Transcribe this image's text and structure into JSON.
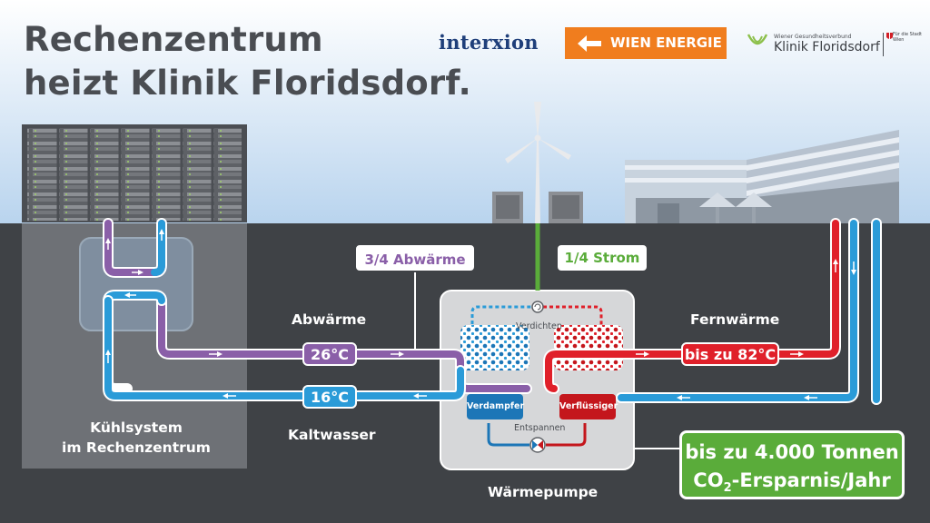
{
  "title": {
    "line1": "Rechenzentrum",
    "line2": "heizt Klinik Floridsdorf."
  },
  "logos": {
    "interxion": "interxion",
    "wien_energie": "WIEN ENERGIE",
    "klinik_sub": "Wiener Gesundheitsverbund",
    "klinik_main": "Klinik Floridsdorf",
    "stadt": "Für die Stadt Wien"
  },
  "labels": {
    "kuehlsystem_line1": "Kühlsystem",
    "kuehlsystem_line2": "im Rechenzentrum",
    "abwaerme": "Abwärme",
    "kaltwasser": "Kaltwasser",
    "fernwaerme": "Fernwärme",
    "waermepumpe": "Wärmepumpe",
    "abwaerme_share": "3/4 Abwärme",
    "strom_share": "1/4 Strom",
    "verdichten": "Verdichten",
    "entspannen": "Entspannen",
    "verdampfer": "Verdampfer",
    "verfluessiger": "Verflüssiger"
  },
  "temperatures": {
    "abwaerme": "26°C",
    "kaltwasser": "16°C",
    "fernwaerme": "bis zu 82°C"
  },
  "savings": {
    "line1": "bis zu 4.000 Tonnen",
    "line2_prefix": "CO",
    "line2_sub": "2",
    "line2_suffix": "-Ersparnis/Jahr"
  },
  "colors": {
    "sky_top": "#ffffff",
    "sky_bottom": "#b9d4ee",
    "ground": "#3f4246",
    "purple": "#8a5fa8",
    "blue": "#2a9bd8",
    "red": "#e0202a",
    "green": "#5aac3a",
    "logo_orange": "#f07d1e",
    "title_gray": "#4a4d52"
  }
}
